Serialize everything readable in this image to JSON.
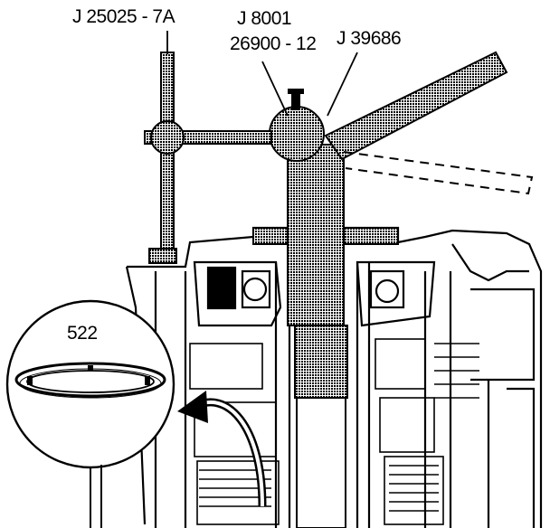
{
  "labels": {
    "tool_a": "J 25025 - 7A",
    "tool_b_line1": "J 8001",
    "tool_b_line2": "26900 - 12",
    "tool_c": "J 39686",
    "callout": "522"
  },
  "colors": {
    "ink": "#000000",
    "paper": "#ffffff",
    "dither": "#3a3a3a"
  },
  "icons": {
    "callout_part": "snap-ring-icon",
    "arrow": "curved-arrow-icon"
  }
}
